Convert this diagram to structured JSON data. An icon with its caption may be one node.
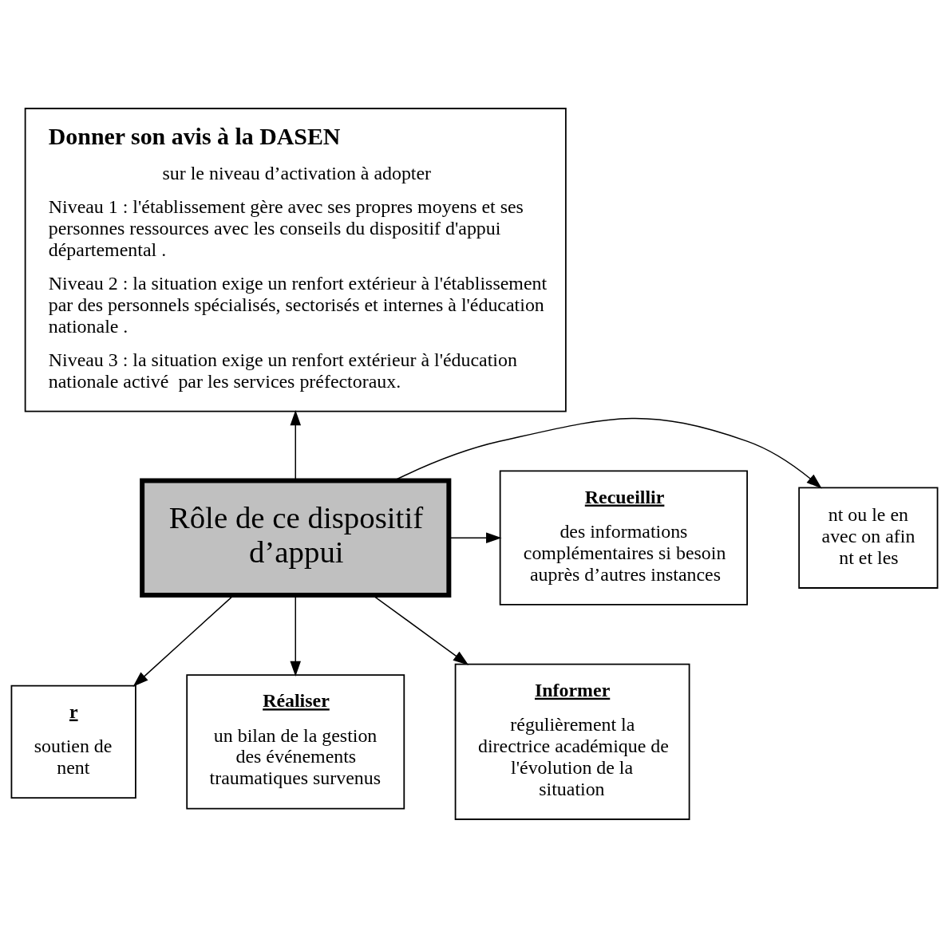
{
  "diagram": {
    "nodes": [
      {
        "text": [
          "Donner son avis à la DASEN",
          "sur le niveau d’activation à adopter",
          "Niveau 1 : l'établissement gère avec ses propres moyens et ses personnes ressources avec les conseils du dispositif d'appui départemental .",
          "Niveau 2 : la situation exige un renfort extérieur à l'établissement par des personnels spécialisés, sectorisés et internes à l'éducation nationale .",
          "Niveau 3 : la situation exige un renfort extérieur à l'éducation nationale activé  par les services préfectoraux."
        ]
      },
      {
        "text": [
          "nt ou le en avec on afin nt et les"
        ]
      },
      {
        "text": [
          "Rôle de ce dispositif d’appui"
        ]
      },
      {
        "text": [
          "Recueillir",
          "des informations complémentaires si besoin auprès d’autres instances"
        ]
      },
      {
        "text": [
          "r",
          "soutien de nent"
        ]
      },
      {
        "text": [
          "Réaliser",
          "un bilan de la gestion des événements traumatiques survenus"
        ]
      },
      {
        "text": [
          "Informer",
          "régulièrement la directrice académique de l'évolution de la situation"
        ]
      }
    ],
    "edges": [
      {
        "from": 2,
        "to": 0,
        "arrow": "to"
      },
      {
        "from": 2,
        "to": 1,
        "arrow": "to"
      },
      {
        "from": 2,
        "to": 3,
        "arrow": "to"
      },
      {
        "from": 2,
        "to": 4,
        "arrow": "to"
      },
      {
        "from": 2,
        "to": 5,
        "arrow": "to"
      },
      {
        "from": 2,
        "to": 6,
        "arrow": "to"
      }
    ]
  }
}
